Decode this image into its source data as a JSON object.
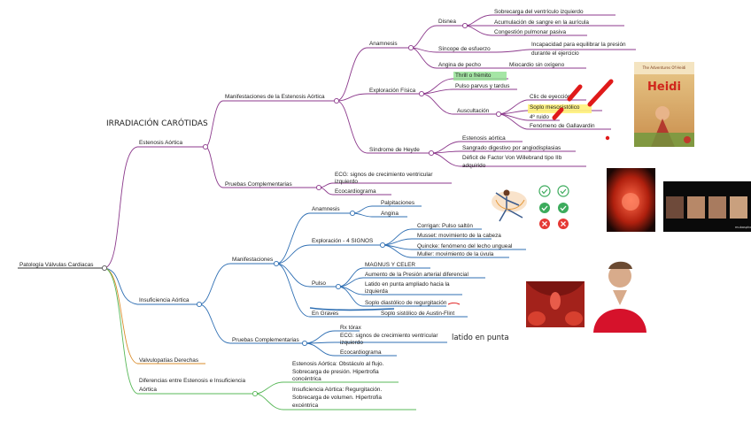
{
  "colors": {
    "purple": "#8c3a8c",
    "blue": "#2f6fb3",
    "orange": "#d98c2b",
    "green": "#58b858",
    "highlight_green": "#8ee08e",
    "highlight_yellow": "#fff27a",
    "annotation_red": "#e01a1a"
  },
  "annotations": {
    "irradiacion": "IRRADIACIÓN CARÓTIDAS",
    "latido": "latido en punta"
  },
  "root": "Patología Válvulas Cardiacas",
  "estenosis": {
    "title": "Estenosis Aórtica",
    "manifestaciones": "Manifestaciones de la Estenosis Aórtica",
    "anamnesis": "Anamnesis",
    "disnea": "Disnea",
    "disnea_items": [
      "Sobrecarga del ventrículo izquierdo",
      "Acumulación de sangre en la aurícula",
      "Congestión pulmonar pasiva"
    ],
    "sincope": "Síncope de esfuerzo",
    "sincope_items": [
      "Incapacidad para equilibrar la presión",
      "durante el ejercicio"
    ],
    "angina": "Angina de pecho",
    "angina_item": "Miocardio sin oxígeno",
    "exploracion": "Exploración Física",
    "thrill": "Thrill o frémito",
    "pulso": "Pulso parvus y tardus",
    "auscultacion": "Auscultación",
    "ausc_items": [
      "Clic de eyección",
      "Soplo mesosistólico",
      "4º ruido",
      "Fenómeno de Gallavardin"
    ],
    "heyde": "Síndrome de Heyde",
    "heyde_items": [
      "Estenosis aórtica",
      "Sangrado digestivo por angiodisplasias",
      "Déficit de Factor Von Willebrand tipo IIb",
      "adquirido"
    ],
    "pruebas": "Pruebas Complementarias",
    "pruebas_items": [
      "ECG: signos de crecimiento ventricular",
      "izquierdo",
      "Ecocardiograma"
    ]
  },
  "insuficiencia": {
    "title": "Insuficiencia Aórtica",
    "manifestaciones": "Manifestaciones",
    "anamnesis": "Anamnesis",
    "anamnesis_items": [
      "Palpitaciones",
      "Angina"
    ],
    "exploracion": "Exploración - 4 SIGNOS",
    "signos": [
      "Corrigan: Pulso saltón",
      "Musset: movimiento de la cabeza",
      "Quincke: fenómeno del lecho ungueal",
      "Muller: movimiento de la úvula"
    ],
    "pulso": "Pulso",
    "pulso_items": [
      "MAGNUS Y CELER",
      "Aumento de la Presión arterial diferencial",
      "Latido en punta ampliado hacia la",
      "izquierda",
      "Soplo diastólico de regurgitación"
    ],
    "graves": "En Graves",
    "graves_item": "Soplo sistólico de Austin-Flint",
    "pruebas": "Pruebas Complementarias",
    "pruebas_items": [
      "Rx tórax",
      "ECG: signos de crecimiento ventricular",
      "izquierdo",
      "Ecocardiograma"
    ]
  },
  "derechas": "Valvulopatías Derechas",
  "diferencias": {
    "title": [
      "Diferencias entre Estenosis e Insuficiencia",
      "Aórtica"
    ],
    "estenosis_lines": [
      "Estenosis Aórtica: Obstáculo al flujo.",
      "Sobrecarga de presión. Hipertrofia",
      "concéntrica"
    ],
    "insuficiencia_lines": [
      "Insuficiencia Aórtica: Regurgitación.",
      "Sobrecarga de volumen. Hipertrofia",
      "excéntrica"
    ]
  },
  "images": {
    "book_title_small": "The Adventures Of Heidi",
    "book_title": "Heidi",
    "faces_caption": "mubasphoto"
  }
}
